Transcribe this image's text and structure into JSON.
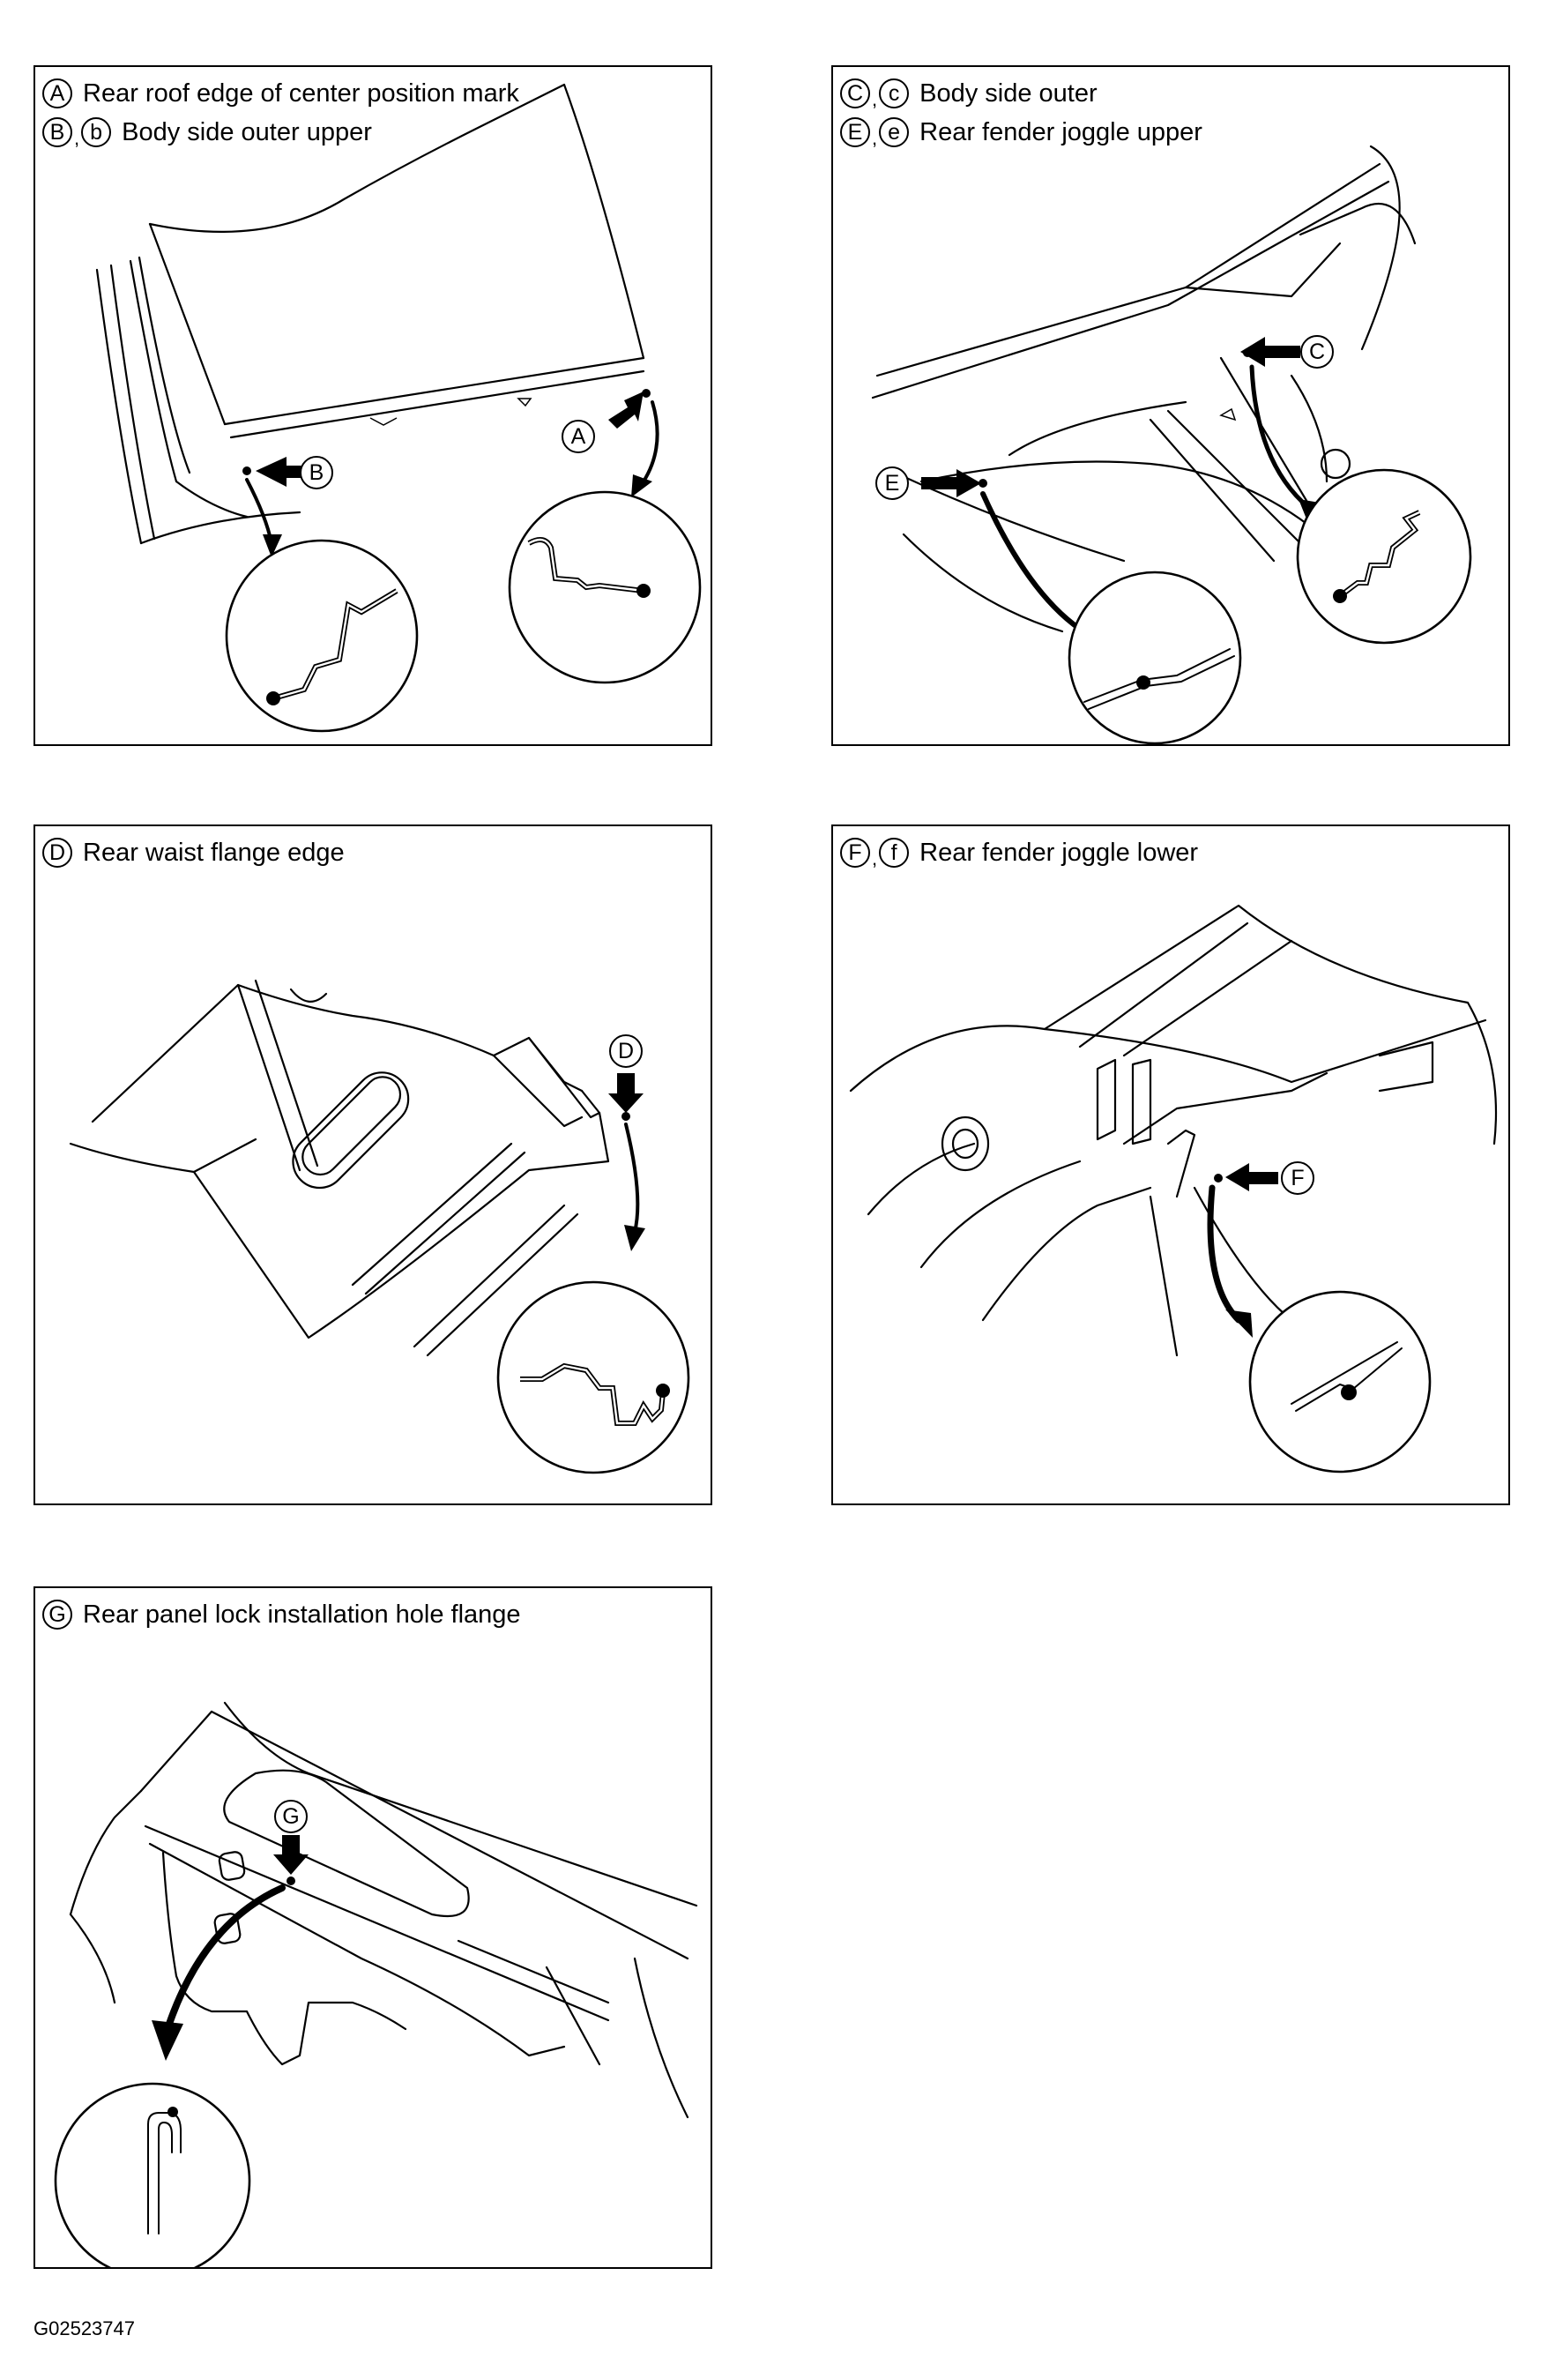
{
  "figure_code": "G02523747",
  "panels": {
    "ab": {
      "legend": [
        {
          "marks": [
            "A"
          ],
          "text": "Rear roof edge of center position mark"
        },
        {
          "marks": [
            "B",
            "b"
          ],
          "text": "Body side outer upper"
        }
      ],
      "callouts": [
        "B",
        "A"
      ]
    },
    "ce": {
      "legend": [
        {
          "marks": [
            "C",
            "c"
          ],
          "text": "Body side outer"
        },
        {
          "marks": [
            "E",
            "e"
          ],
          "text": "Rear fender joggle upper"
        }
      ],
      "callouts": [
        "C",
        "E"
      ]
    },
    "d": {
      "legend": [
        {
          "marks": [
            "D"
          ],
          "text": "Rear waist flange edge"
        }
      ],
      "callouts": [
        "D"
      ]
    },
    "f": {
      "legend": [
        {
          "marks": [
            "F",
            "f"
          ],
          "text": "Rear fender joggle lower"
        }
      ],
      "callouts": [
        "F"
      ]
    },
    "g": {
      "legend": [
        {
          "marks": [
            "G"
          ],
          "text": "Rear panel lock installation hole flange"
        }
      ],
      "callouts": [
        "G"
      ]
    }
  },
  "icons": [
    "arrow-icon",
    "curved-arrow-icon",
    "point-marker-icon",
    "magnified-section-icon"
  ]
}
